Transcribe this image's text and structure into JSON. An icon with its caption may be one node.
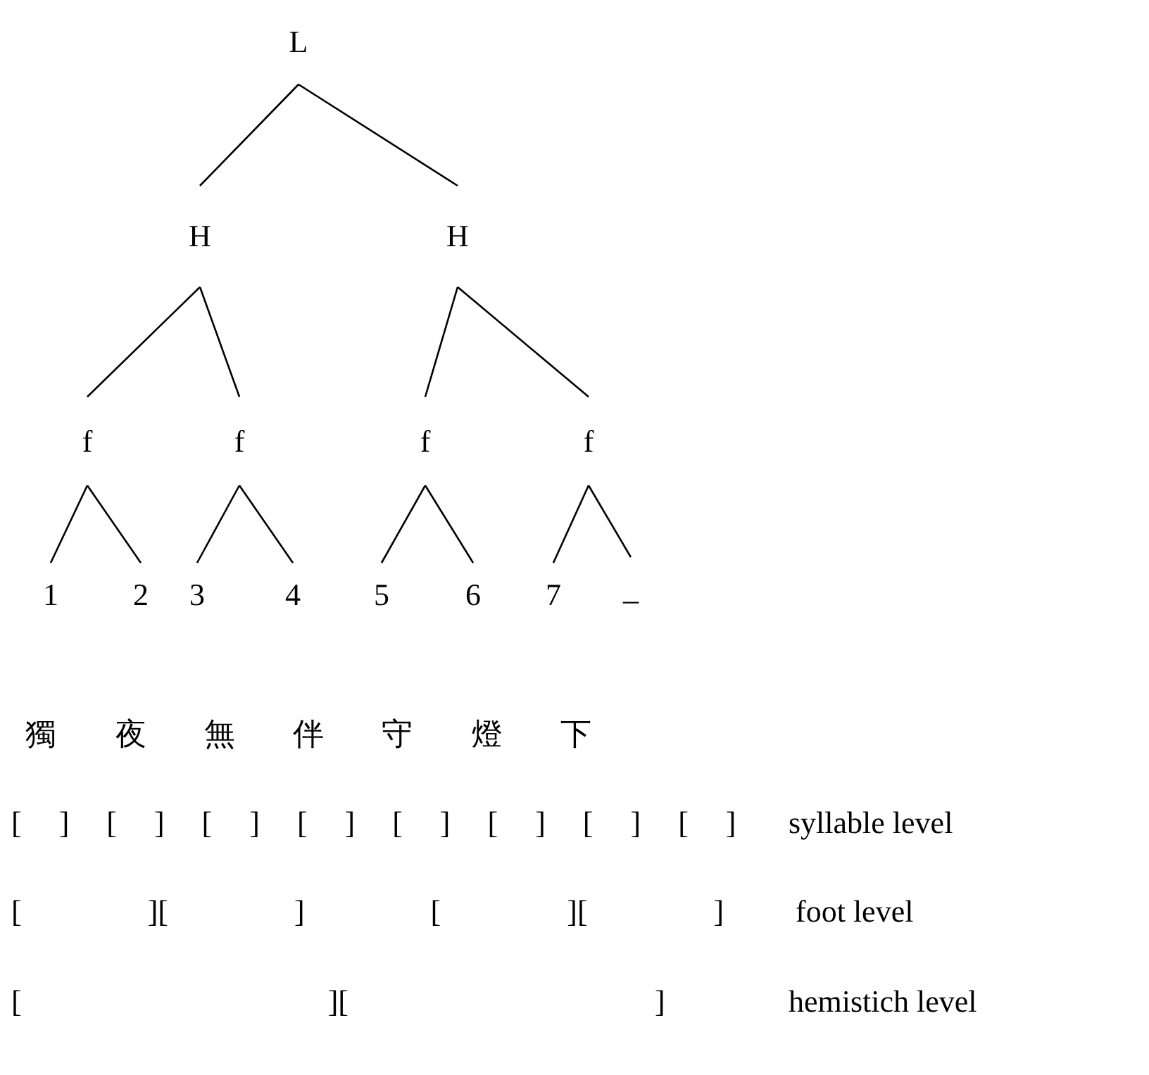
{
  "diagram": {
    "nodes": [
      {
        "text": [
          "L"
        ]
      },
      {
        "text": [
          "H"
        ]
      },
      {
        "text": [
          "H"
        ]
      },
      {
        "text": [
          "f"
        ]
      },
      {
        "text": [
          "f"
        ]
      },
      {
        "text": [
          "f"
        ]
      },
      {
        "text": [
          "f"
        ]
      },
      {
        "text": [
          "1"
        ]
      },
      {
        "text": [
          "2"
        ]
      },
      {
        "text": [
          "3"
        ]
      },
      {
        "text": [
          "4"
        ]
      },
      {
        "text": [
          "5"
        ]
      },
      {
        "text": [
          "6"
        ]
      },
      {
        "text": [
          "7"
        ]
      },
      {
        "text": [
          "_"
        ]
      }
    ],
    "edges": [
      {
        "from": 0,
        "to": 1,
        "arrow": "none"
      },
      {
        "from": 0,
        "to": 2,
        "arrow": "none"
      },
      {
        "from": 1,
        "to": 3,
        "arrow": "none"
      },
      {
        "from": 1,
        "to": 4,
        "arrow": "none"
      },
      {
        "from": 2,
        "to": 5,
        "arrow": "none"
      },
      {
        "from": 2,
        "to": 6,
        "arrow": "none"
      },
      {
        "from": 3,
        "to": 7,
        "arrow": "none"
      },
      {
        "from": 3,
        "to": 8,
        "arrow": "none"
      },
      {
        "from": 4,
        "to": 9,
        "arrow": "none"
      },
      {
        "from": 4,
        "to": 10,
        "arrow": "none"
      },
      {
        "from": 5,
        "to": 11,
        "arrow": "none"
      },
      {
        "from": 5,
        "to": 12,
        "arrow": "none"
      },
      {
        "from": 6,
        "to": 13,
        "arrow": "none"
      },
      {
        "from": 6,
        "to": 14,
        "arrow": "none"
      }
    ],
    "labels": [
      "獨",
      "夜",
      "無",
      "伴",
      "守",
      "燈",
      "下",
      "[ ] [ ] [ ] [ ] [ ] [ ] [ ] [ ]",
      "syllable level",
      "[ ][ ] [ ][ ]",
      "foot level",
      "[ ][ ]",
      "hemistich level"
    ]
  }
}
